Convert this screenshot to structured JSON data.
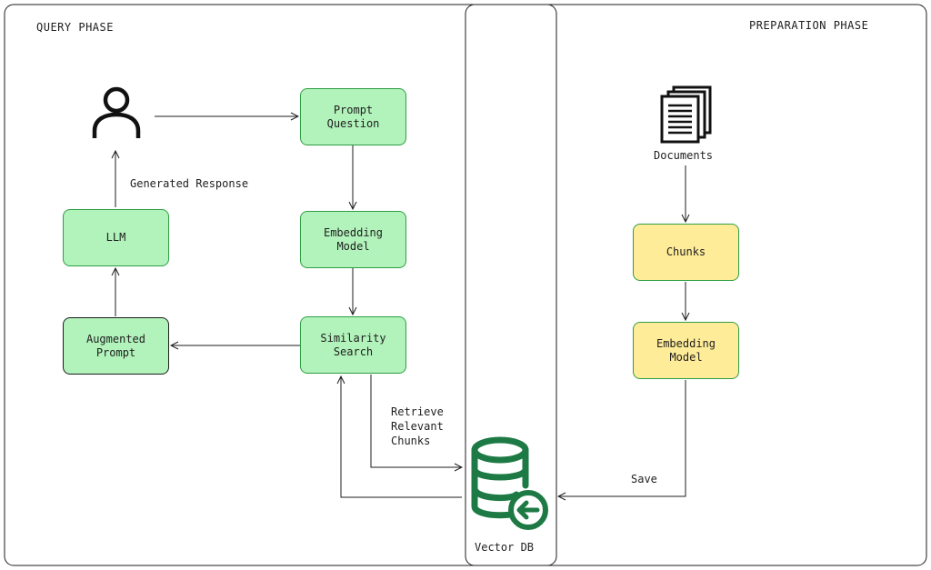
{
  "phases": {
    "query": "QUERY PHASE",
    "preparation": "PREPARATION PHASE"
  },
  "nodes": {
    "prompt_question": "Prompt Question",
    "embedding_model_query": "Embedding Model",
    "similarity_search": "Similarity Search",
    "llm": "LLM",
    "augmented_prompt": "Augmented\nPrompt",
    "chunks": "Chunks",
    "embedding_model_prep": "Embedding Model",
    "vector_db": "Vector DB",
    "documents": "Documents"
  },
  "edge_labels": {
    "generated_response": "Generated Response",
    "retrieve": "Retrieve\nRelevant\nChunks",
    "save": "Save"
  },
  "icons": {
    "user": "user-icon",
    "documents": "documents-icon",
    "database": "database-icon"
  },
  "colors": {
    "green_fill": "#b2f2bb",
    "green_stroke": "#2f9e44",
    "yellow_fill": "#ffec99",
    "db_green": "#1e7a44"
  }
}
